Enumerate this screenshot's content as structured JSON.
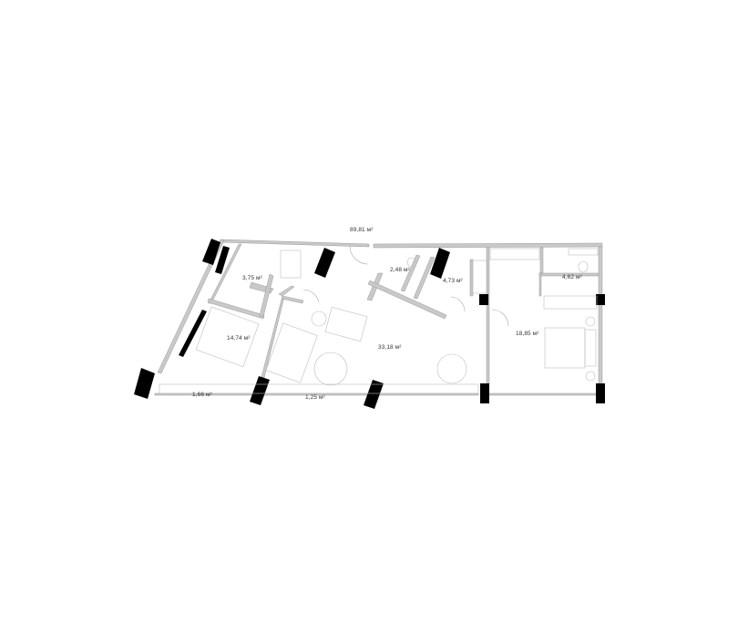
{
  "plan": {
    "total_area": "89,81 м²",
    "rooms": [
      {
        "id": "bathroom-left",
        "area": "3,75 м²"
      },
      {
        "id": "bedroom-left",
        "area": "14,74 м²"
      },
      {
        "id": "balcony-left",
        "area": "1,66 м²"
      },
      {
        "id": "balcony-center",
        "area": "1,25 м²"
      },
      {
        "id": "wc",
        "area": "2,48 м²"
      },
      {
        "id": "hall",
        "area": "4,73 м²"
      },
      {
        "id": "living-kitchen",
        "area": "33,18 м²"
      },
      {
        "id": "bathroom-right",
        "area": "4,62 м²"
      },
      {
        "id": "bedroom-right",
        "area": "18,85 м²"
      }
    ]
  }
}
